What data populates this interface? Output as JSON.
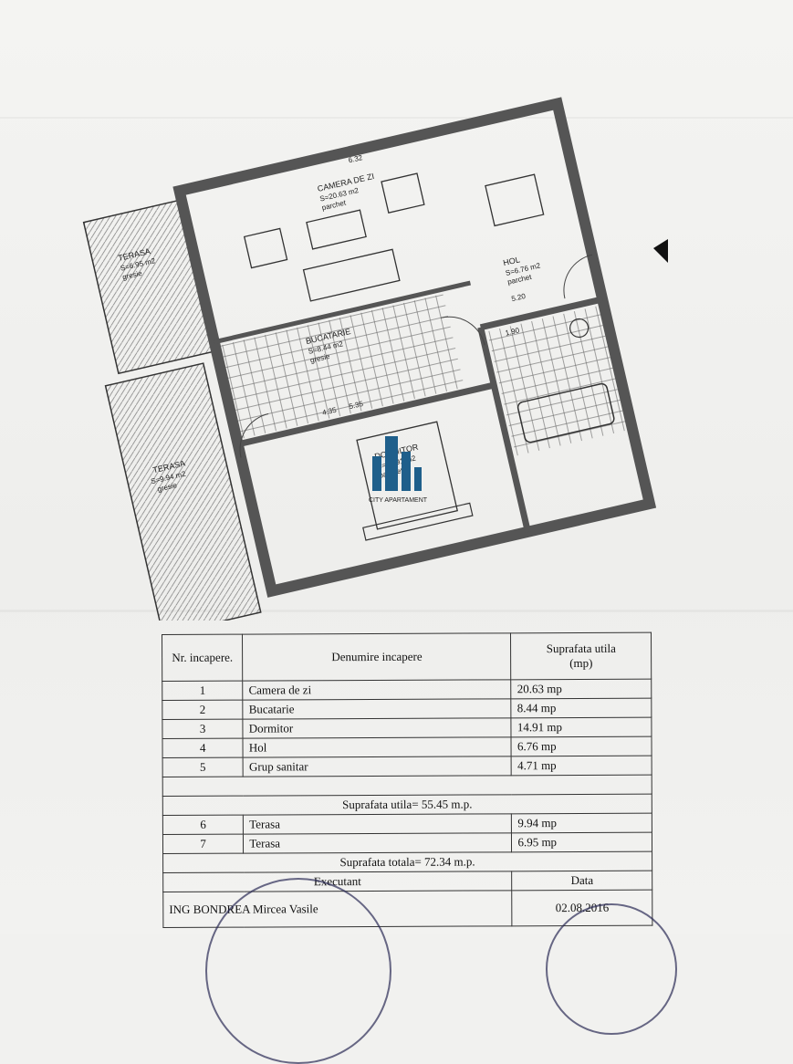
{
  "plan": {
    "rooms": [
      {
        "name": "CAMERA DE ZI",
        "area": "S=20.63 m2",
        "finish": "parchet"
      },
      {
        "name": "BUCATARIE",
        "area": "S=8.44 m2",
        "finish": "gresie"
      },
      {
        "name": "DORMITOR",
        "area": "S=14.91 m2",
        "finish": "parchet"
      },
      {
        "name": "HOL",
        "area": "S=6.76 m2",
        "finish": "parchet"
      },
      {
        "name": "TERASA",
        "area": "S=6.95 m2",
        "finish": "gresie"
      },
      {
        "name": "TERASA",
        "area": "S=9.94 m2",
        "finish": "gresie"
      }
    ],
    "dimensions": [
      "6.32",
      "5.20",
      "4.35",
      "5.35",
      "1.90"
    ],
    "watermark": "CITY APARTAMENT"
  },
  "table": {
    "headers": {
      "nr": "Nr. incapere.",
      "name": "Denumire incapere",
      "area": "Suprafata utila",
      "unit": "(mp)"
    },
    "rows": [
      {
        "nr": "1",
        "name": "Camera de zi",
        "area": "20.63 mp"
      },
      {
        "nr": "2",
        "name": "Bucatarie",
        "area": "8.44 mp"
      },
      {
        "nr": "3",
        "name": "Dormitor",
        "area": "14.91 mp"
      },
      {
        "nr": "4",
        "name": "Hol",
        "area": "6.76 mp"
      },
      {
        "nr": "5",
        "name": "Grup sanitar",
        "area": "4.71 mp"
      }
    ],
    "util_total": "Suprafata utila= 55.45 m.p.",
    "terraces": [
      {
        "nr": "6",
        "name": "Terasa",
        "area": "9.94 mp"
      },
      {
        "nr": "7",
        "name": "Terasa",
        "area": "6.95 mp"
      }
    ],
    "grand_total": "Suprafata totala= 72.34 m.p.",
    "executant_label": "Executant",
    "date_label": "Data",
    "executant_name": "ING BONDREA Mircea Vasile",
    "date_value": "02.08.2016"
  }
}
